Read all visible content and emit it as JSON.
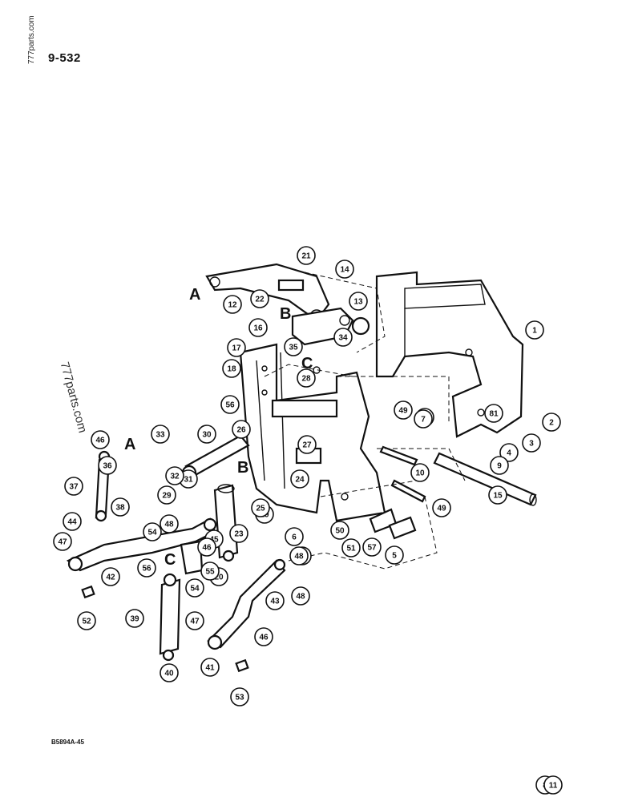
{
  "page": {
    "number": "9-532",
    "figure_code": "B5894A-45"
  },
  "watermarks": {
    "top": "777parts.com",
    "middle": "777parts.com"
  },
  "reference_letters": [
    "A",
    "B",
    "C",
    "B",
    "A",
    "C"
  ],
  "callouts": [
    "1",
    "2",
    "3",
    "4",
    "81",
    "9",
    "10",
    "11",
    "12",
    "13",
    "14",
    "15",
    "16",
    "17",
    "18",
    "19",
    "20",
    "21",
    "22",
    "23",
    "24",
    "25",
    "26",
    "27",
    "28",
    "29",
    "30",
    "31",
    "32",
    "33",
    "34",
    "35",
    "36",
    "37",
    "38",
    "39",
    "40",
    "41",
    "42",
    "43",
    "44",
    "45",
    "46",
    "46",
    "46",
    "46",
    "47",
    "47",
    "48",
    "48",
    "48",
    "49",
    "49",
    "50",
    "51",
    "52",
    "53",
    "54",
    "54",
    "55",
    "56",
    "56",
    "57",
    "5",
    "6",
    "7",
    "8",
    "11"
  ]
}
